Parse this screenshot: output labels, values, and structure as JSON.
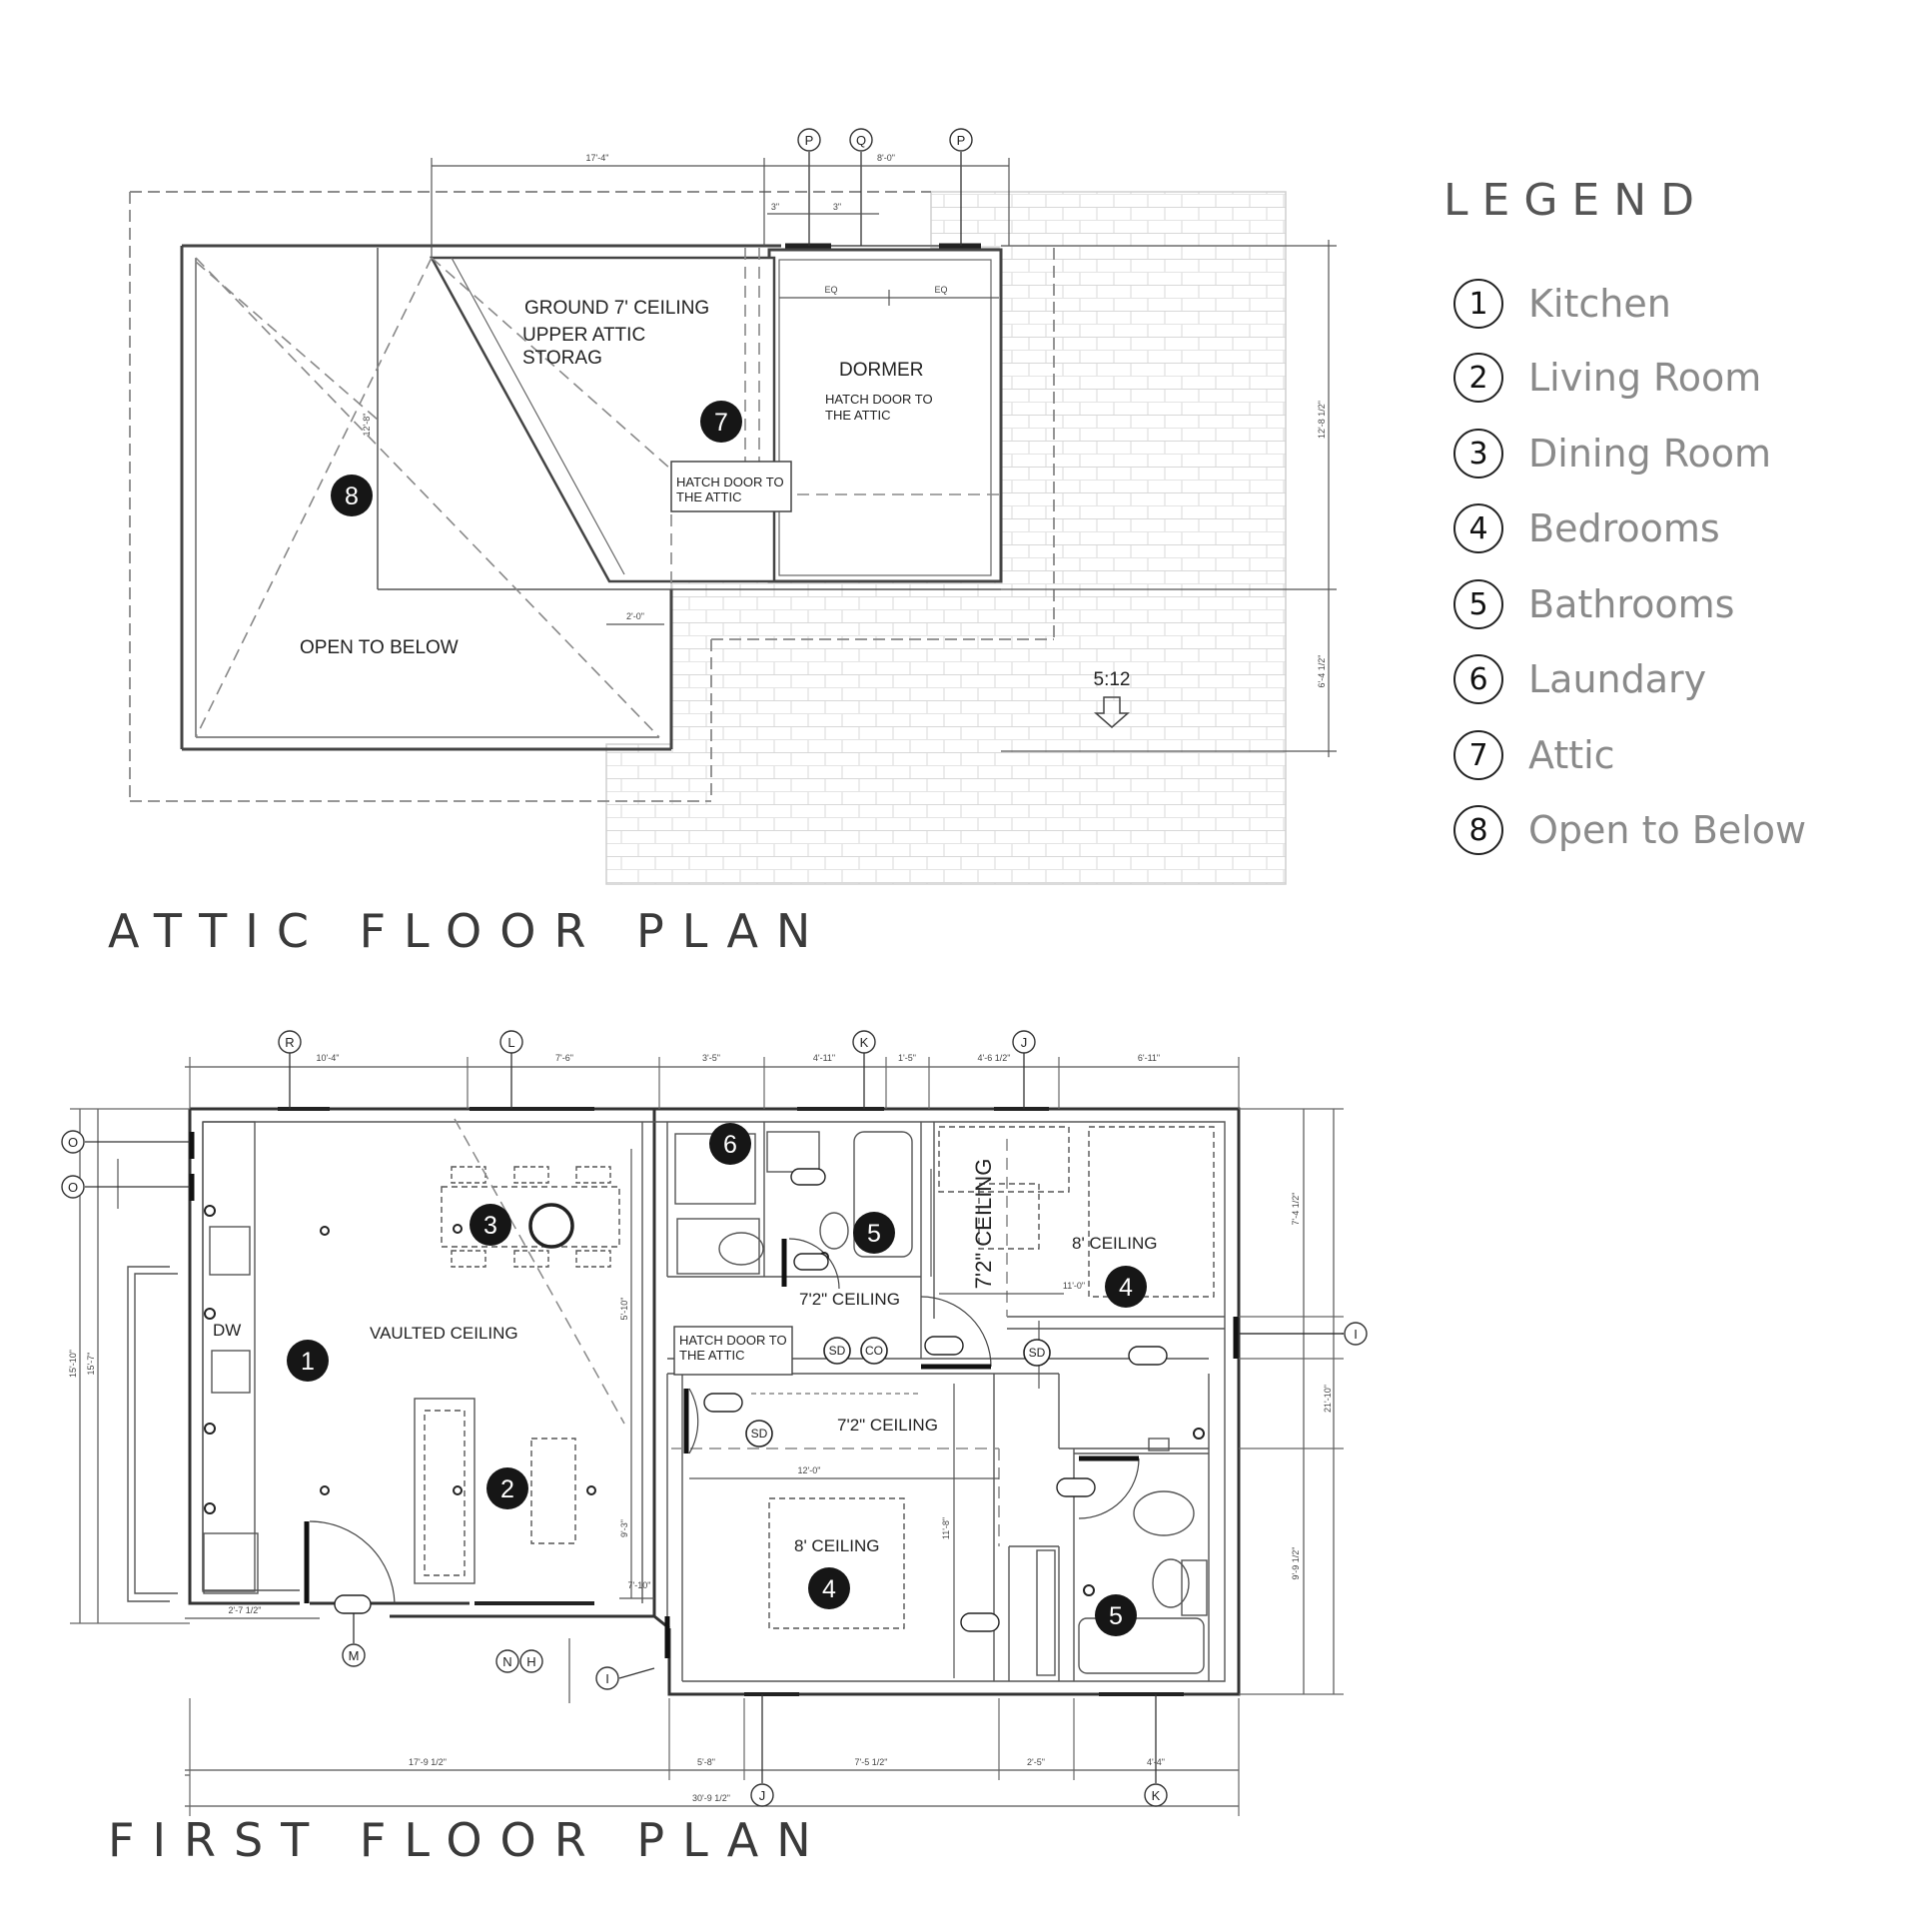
{
  "attic": {
    "title": "ATTIC FLOOR PLAN",
    "note_ground": "GROUND 7' CEILING",
    "note_upper": "UPPER ATTIC",
    "note_storag": "STORAG",
    "dormer": "DORMER",
    "hatch_dormer_1": "HATCH DOOR TO",
    "hatch_dormer_2": "THE ATTIC",
    "hatch_box_1": "HATCH DOOR TO",
    "hatch_box_2": "THE ATTIC",
    "open_below": "OPEN TO BELOW",
    "slope": "5:12",
    "grid_p1": "P",
    "grid_q": "Q",
    "grid_p2": "P",
    "marker_7": "7",
    "marker_8": "8"
  },
  "first": {
    "title": "FIRST FLOOR PLAN",
    "vaulted": "VAULTED CEILING",
    "ceil_72_a": "7'2\" CEILING",
    "ceil_72_b": "7'2\" CEILING",
    "ceil_72_vert": "7'2\" CEILING",
    "ceil_8_a": "8' CEILING",
    "ceil_8_b": "8' CEILING",
    "hatch_1": "HATCH DOOR TO",
    "hatch_2": "THE ATTIC",
    "dw": "DW",
    "grid_r": "R",
    "grid_l": "L",
    "grid_k_top": "K",
    "grid_j_top": "J",
    "grid_j_bot": "J",
    "grid_k_bot": "K",
    "grid_o1": "O",
    "grid_o2": "O",
    "grid_i_right": "I",
    "grid_i_bot": "I",
    "grid_m": "M",
    "grid_n": "N",
    "grid_h": "H",
    "sd1": "SD",
    "co": "CO",
    "sd2": "SD",
    "sd3": "SD",
    "marker_1": "1",
    "marker_2": "2",
    "marker_3": "3",
    "marker_4a": "4",
    "marker_4b": "4",
    "marker_5a": "5",
    "marker_5b": "5",
    "marker_6": "6"
  },
  "legend": {
    "title": "LEGEND",
    "items": [
      {
        "num": "1",
        "label": "Kitchen"
      },
      {
        "num": "2",
        "label": "Living Room"
      },
      {
        "num": "3",
        "label": "Dining Room"
      },
      {
        "num": "4",
        "label": "Bedrooms"
      },
      {
        "num": "5",
        "label": "Bathrooms"
      },
      {
        "num": "6",
        "label": "Laundary"
      },
      {
        "num": "7",
        "label": "Attic"
      },
      {
        "num": "8",
        "label": "Open to Below"
      }
    ]
  }
}
